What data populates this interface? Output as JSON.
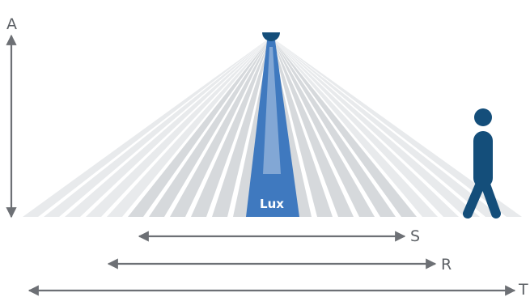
{
  "diagram": {
    "labels": {
      "height": "A",
      "range_s": "S",
      "range_r": "R",
      "range_t": "T",
      "beam": "Lux"
    },
    "colors": {
      "beam_light": "#d6d9dc",
      "beam_lighter": "#e8eaec",
      "beam_core": "#3f79bf",
      "figure": "#144e7a",
      "sensor": "#144e7a",
      "arrow": "#6d7075"
    },
    "icons": {
      "sensor": "ceiling-sensor-icon",
      "person": "walking-person-icon"
    }
  }
}
